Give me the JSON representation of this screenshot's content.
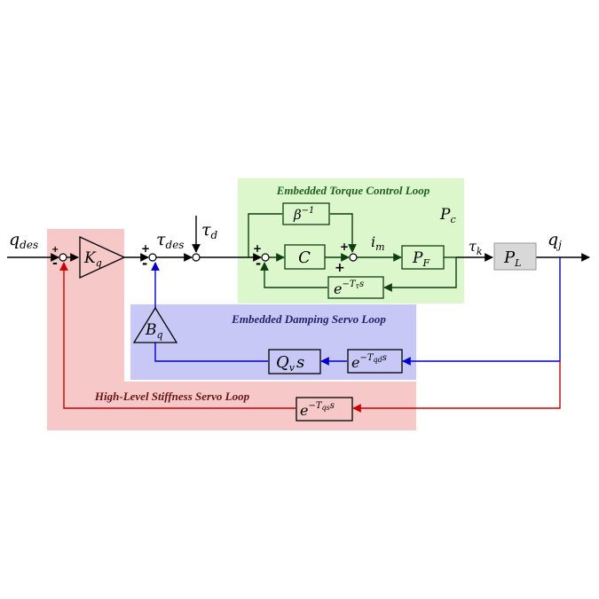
{
  "regions": {
    "torque_loop": {
      "title": "Embedded Torque Control Loop",
      "label": "P",
      "label_sub": "c"
    },
    "damping_loop": {
      "title": "Embedded Damping Servo Loop"
    },
    "stiffness_loop": {
      "title": "High-Level Stiffness Servo Loop"
    }
  },
  "blocks": {
    "kq": {
      "main": "K",
      "sub": "q"
    },
    "bq": {
      "main": "B",
      "sub": "q"
    },
    "beta": {
      "main": "β",
      "sup": "−1"
    },
    "c": {
      "main": "C"
    },
    "pf": {
      "main": "P",
      "sub": "F"
    },
    "pl": {
      "main": "P",
      "sub": "L"
    },
    "delay_torque": {
      "main": "e",
      "sup": "−T",
      "sup_sub": "τ",
      "tail": "s"
    },
    "qv": {
      "main": "Q",
      "sub": "v",
      "tail": "s"
    },
    "delay_damping": {
      "main": "e",
      "sup": "−T",
      "sup_sub": "qd",
      "tail": "s"
    },
    "delay_stiffness": {
      "main": "e",
      "sup": "−T",
      "sup_sub": "qs",
      "tail": "s"
    }
  },
  "signals": {
    "q_des": {
      "main": "q",
      "sub": "des"
    },
    "tau_des": {
      "main": "τ",
      "sub": "des"
    },
    "tau_d": {
      "main": "τ",
      "sub": "d"
    },
    "i_m": {
      "main": "i",
      "sub": "m"
    },
    "tau_k": {
      "main": "τ",
      "sub": "k"
    },
    "q_j": {
      "main": "q",
      "sub": "j"
    }
  },
  "signs": {
    "sum1_plus": "+",
    "sum1_minus": "-",
    "sum2_plus": "+",
    "sum2_minus": "-",
    "sum4_plus": "+",
    "sum4_minus": "-",
    "sum5_plus_top": "+",
    "sum5_plus_bottom": "+"
  },
  "colors": {
    "torque_region": "#ddf7cc",
    "damping_region": "#c8c8f7",
    "stiffness_region": "#f6c8c8",
    "torque_title": "#1f5f1f",
    "damping_title": "#22226a",
    "stiffness_title": "#6a1515",
    "torque_line": "#0f3f0f",
    "damping_line": "#0000cc",
    "stiffness_line": "#cc0000",
    "plant_fill": "#d8d8d8",
    "black": "#000000"
  }
}
